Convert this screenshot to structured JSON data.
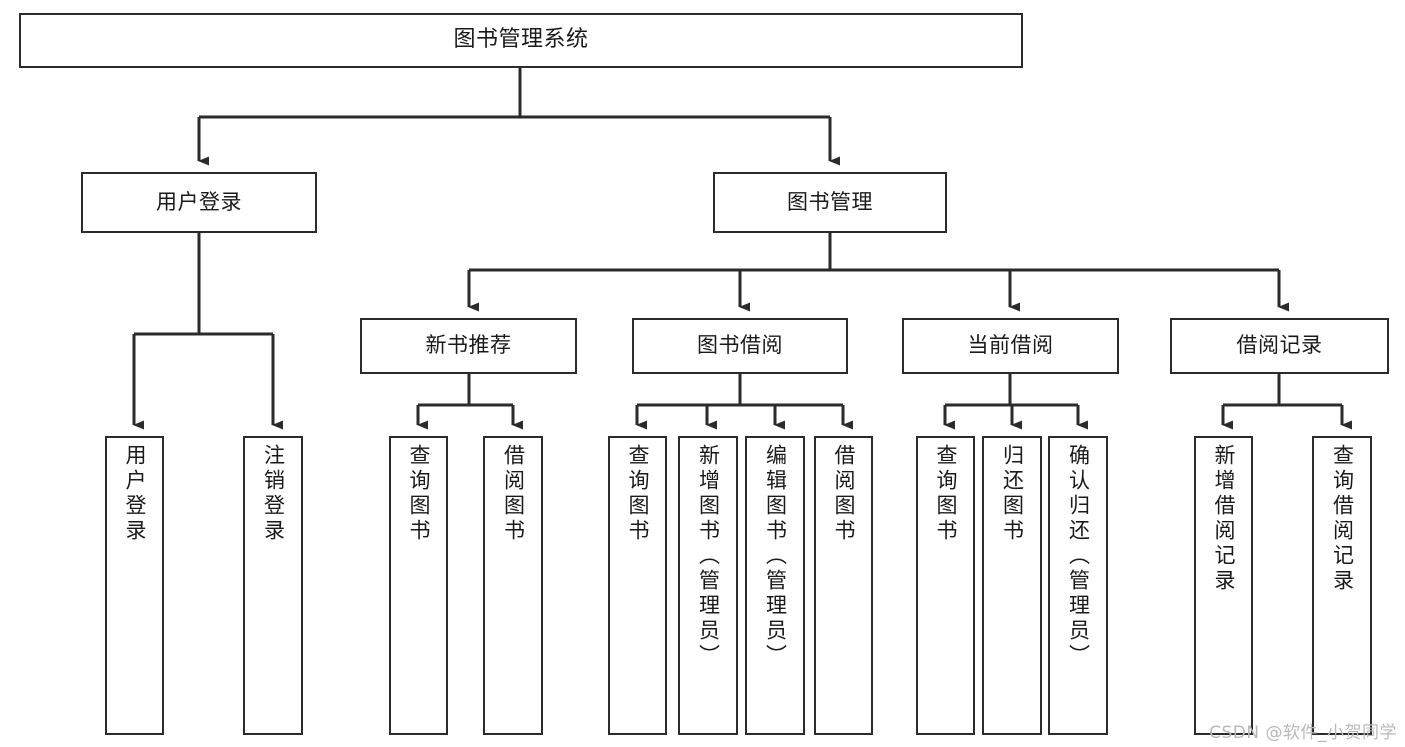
{
  "diagram": {
    "title": "图书管理系统",
    "type": "tree-hierarchy",
    "root": {
      "id": "root",
      "label": "图书管理系统"
    },
    "level1": [
      {
        "id": "user-login",
        "label": "用户登录"
      },
      {
        "id": "book-management",
        "label": "图书管理"
      }
    ],
    "level2": [
      {
        "id": "new-book-recommend",
        "label": "新书推荐",
        "parent": "book-management"
      },
      {
        "id": "book-borrow",
        "label": "图书借阅",
        "parent": "book-management"
      },
      {
        "id": "current-borrow",
        "label": "当前借阅",
        "parent": "book-management"
      },
      {
        "id": "borrow-record",
        "label": "借阅记录",
        "parent": "book-management"
      }
    ],
    "leaves": {
      "user-login": [
        {
          "id": "leaf-user-login",
          "label": "用户登录"
        },
        {
          "id": "leaf-logout",
          "label": "注销登录"
        }
      ],
      "new-book-recommend": [
        {
          "id": "leaf-query-book-1",
          "label": "查询图书"
        },
        {
          "id": "leaf-borrow-book-1",
          "label": "借阅图书"
        }
      ],
      "book-borrow": [
        {
          "id": "leaf-query-book-2",
          "label": "查询图书"
        },
        {
          "id": "leaf-add-book",
          "label": "新增图书（管理员）"
        },
        {
          "id": "leaf-edit-book",
          "label": "编辑图书（管理员）"
        },
        {
          "id": "leaf-borrow-book-2",
          "label": "借阅图书"
        }
      ],
      "current-borrow": [
        {
          "id": "leaf-query-book-3",
          "label": "查询图书"
        },
        {
          "id": "leaf-return-book",
          "label": "归还图书"
        },
        {
          "id": "leaf-confirm-return",
          "label": "确认归还（管理员）"
        }
      ],
      "borrow-record": [
        {
          "id": "leaf-add-record",
          "label": "新增借阅记录"
        },
        {
          "id": "leaf-query-record",
          "label": "查询借阅记录"
        }
      ]
    },
    "colors": {
      "stroke": "#2b2b2b",
      "background": "#ffffff",
      "text": "#1a1a1a",
      "watermark": "#b9b9b9"
    }
  },
  "watermark": {
    "text": "CSDN @软件_小贺同学"
  }
}
